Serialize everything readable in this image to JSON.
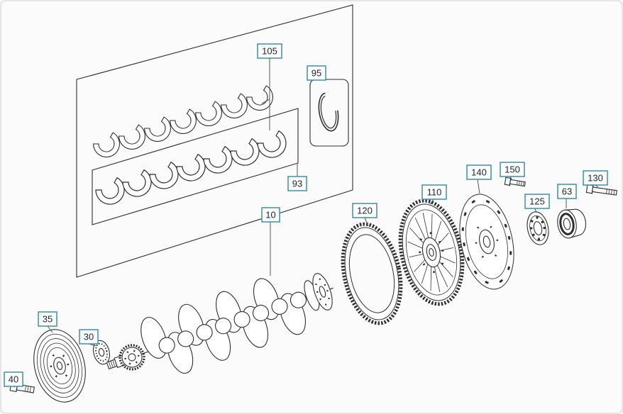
{
  "colors": {
    "background": "#fbfbfb",
    "outline": "#2e2e2e",
    "callout_border": "#3d8fa8",
    "callout_text": "#17262e",
    "leader": "#555555"
  },
  "callouts": {
    "c10": {
      "label": "10"
    },
    "c30": {
      "label": "30"
    },
    "c35": {
      "label": "35"
    },
    "c40": {
      "label": "40"
    },
    "c63": {
      "label": "63"
    },
    "c93": {
      "label": "93"
    },
    "c95": {
      "label": "95"
    },
    "c105": {
      "label": "105"
    },
    "c110": {
      "label": "110"
    },
    "c120": {
      "label": "120"
    },
    "c125": {
      "label": "125"
    },
    "c130": {
      "label": "130"
    },
    "c140": {
      "label": "140"
    },
    "c150": {
      "label": "150"
    }
  }
}
